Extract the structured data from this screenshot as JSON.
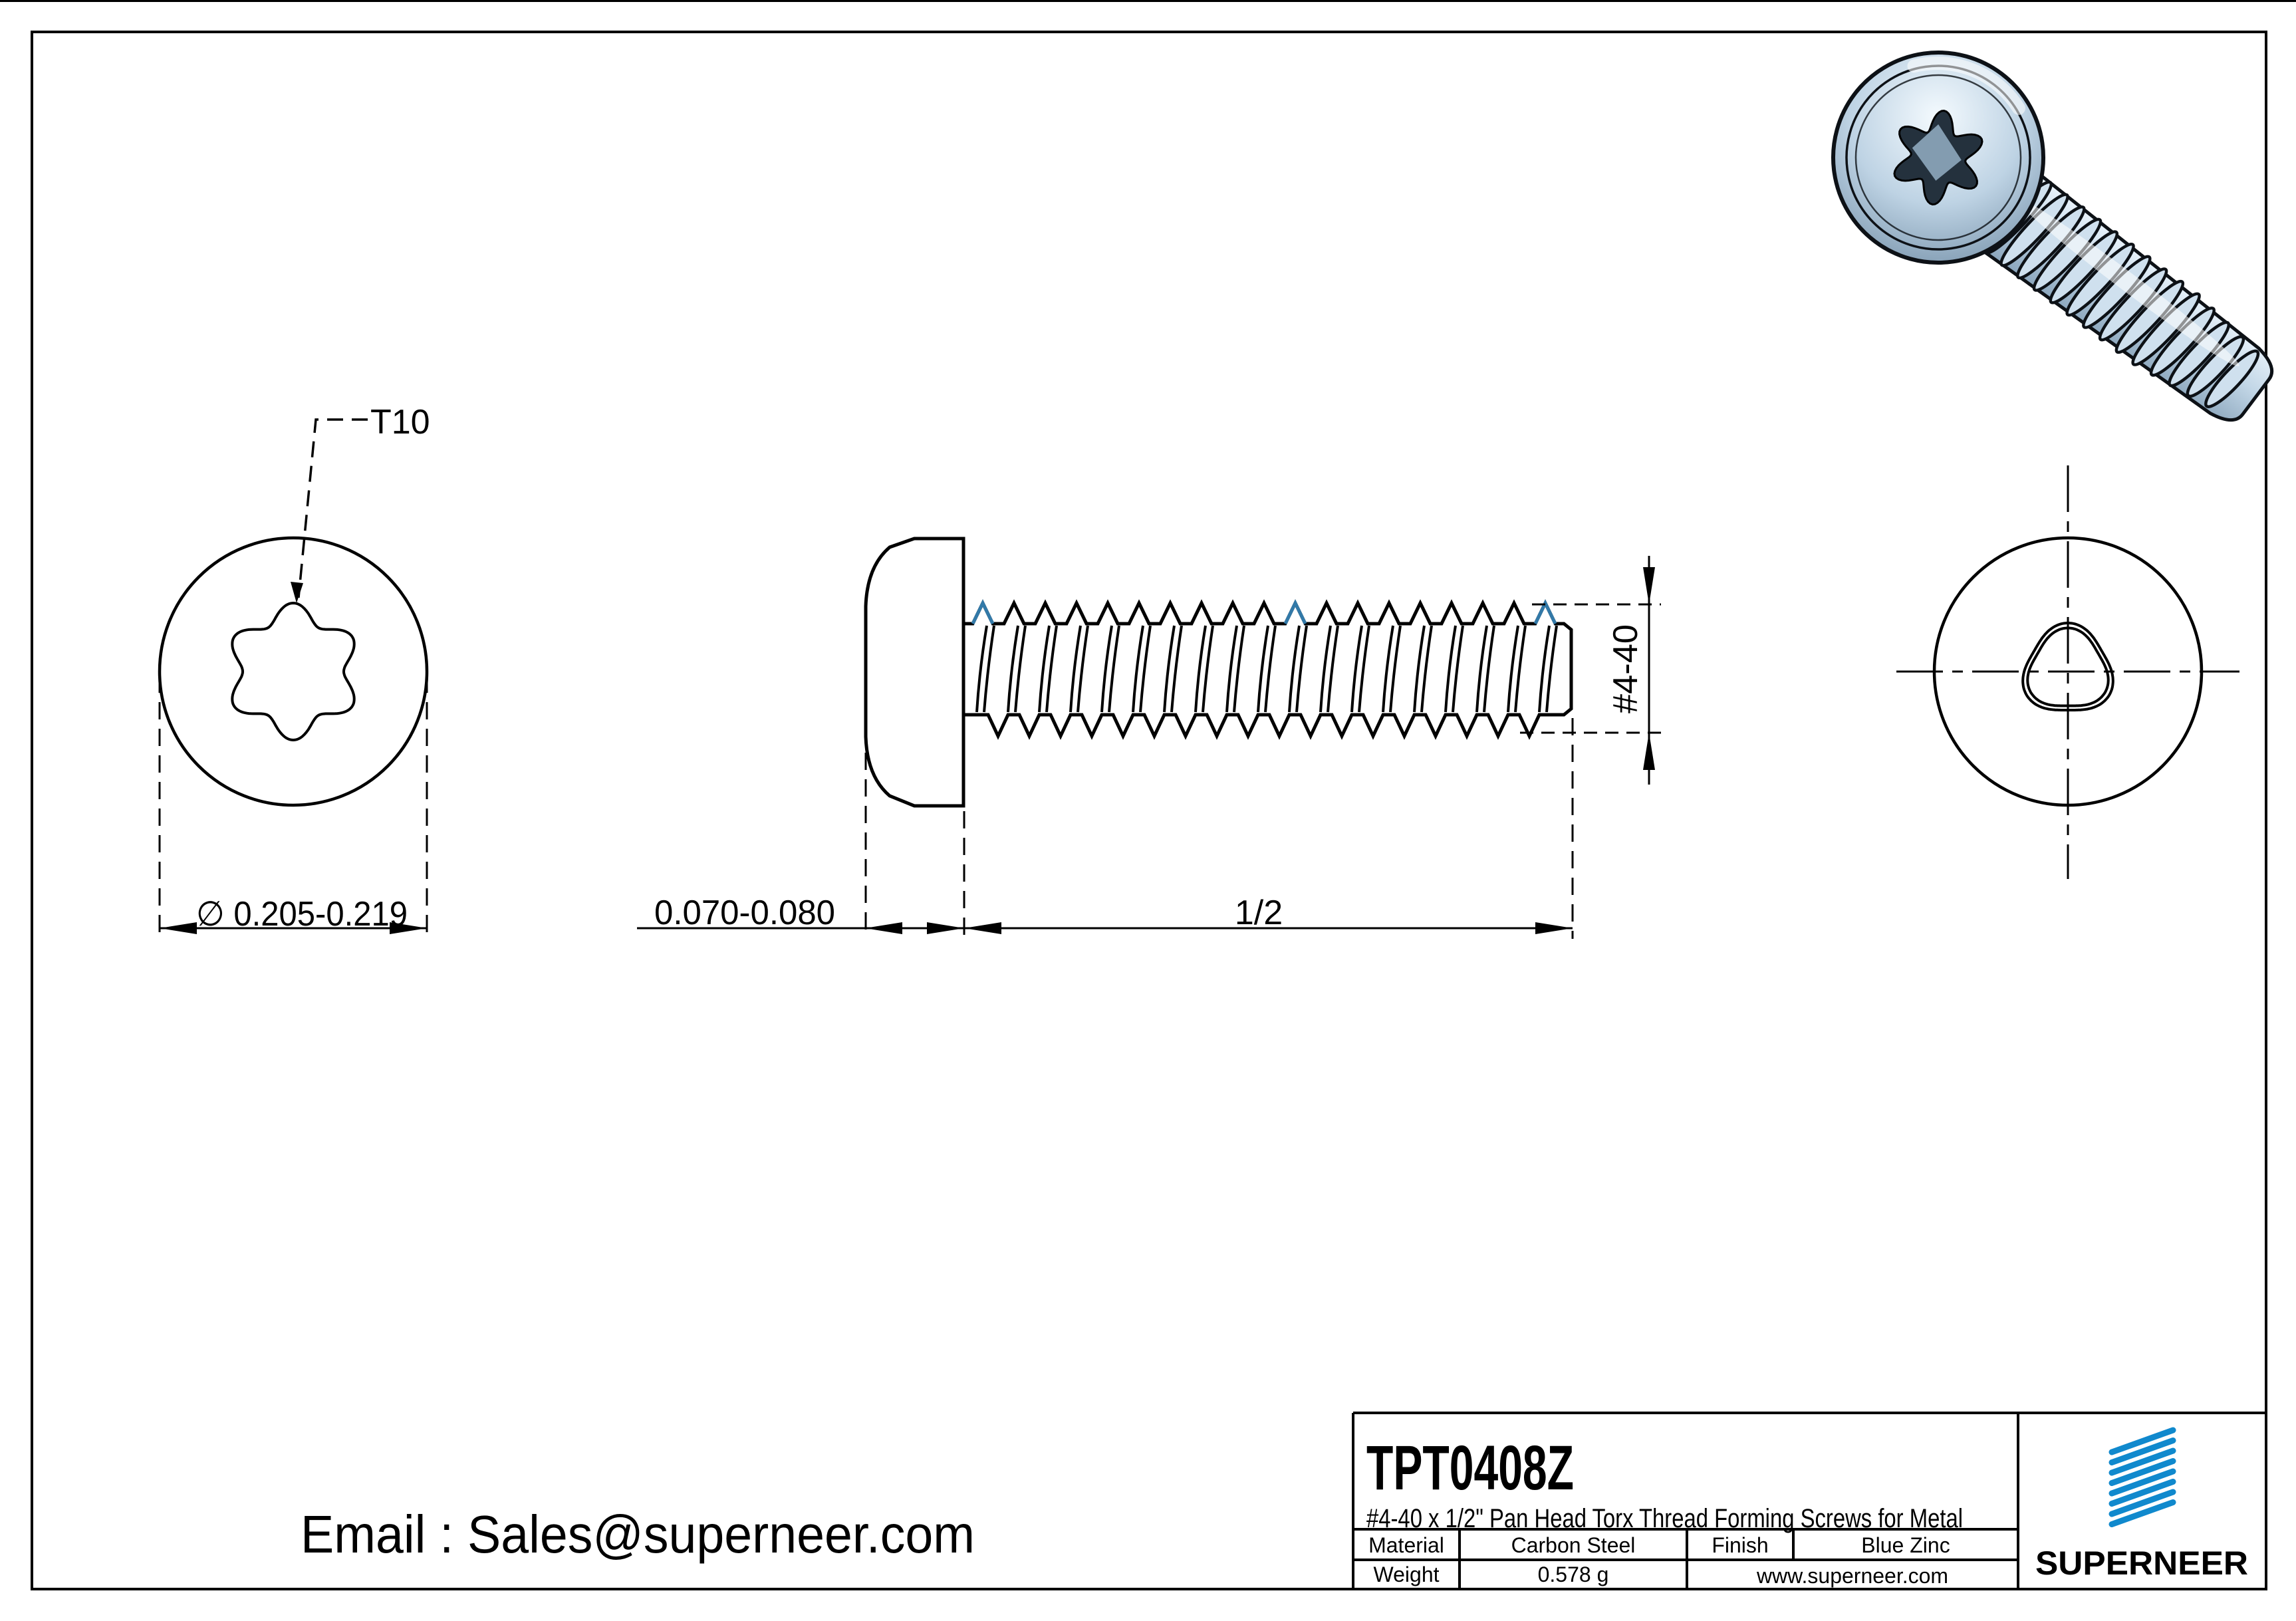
{
  "part": {
    "number": "TPT0408Z",
    "description": "#4-40 x 1/2\" Pan Head Torx Thread Forming Screws for Metal"
  },
  "title_block": {
    "material_label": "Material",
    "material_value": "Carbon Steel",
    "finish_label": "Finish",
    "finish_value": "Blue Zinc",
    "weight_label": "Weight",
    "weight_value": "0.578 g"
  },
  "branding": {
    "name": "SUPERNEER",
    "website": "www.superneer.com",
    "logo_icon": "diagonal-stripes-icon"
  },
  "footer": {
    "email": "Email : Sales@superneer.com"
  },
  "views": {
    "front": {
      "drive_label": "T10",
      "diameter_label": "∅ 0.205-0.219"
    },
    "side": {
      "head_height_label": "0.070-0.080",
      "length_label": "1/2",
      "thread_label": "#4-40"
    }
  },
  "colors": {
    "brand_blue": "#1089cd",
    "link_blue": "#1d87d4",
    "thread_highlight_blue": "#3279a8",
    "screw_body_blue": "#bcd2e4",
    "line_black": "#000000"
  }
}
